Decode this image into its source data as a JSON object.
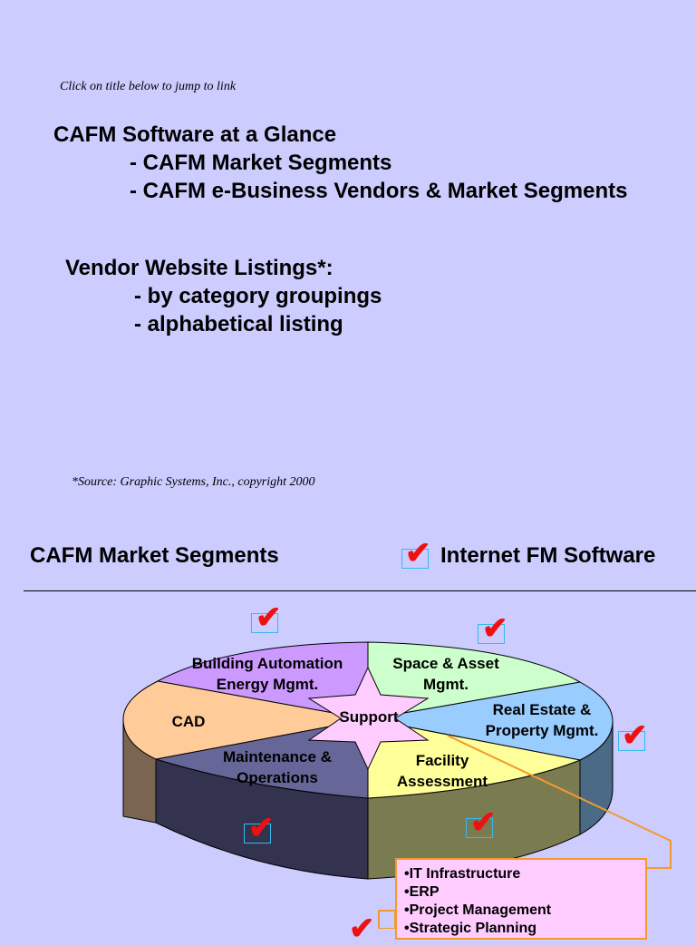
{
  "intro": {
    "hint": "Click on title below to jump to link",
    "links": [
      "CAFM Software at a Glance",
      "- CAFM Market Segments",
      "- CAFM e-Business Vendors & Market Segments"
    ],
    "vendor_heading": "Vendor Website Listings*:",
    "vendor_links": [
      "- by category groupings",
      "- alphabetical listing"
    ],
    "source": "*Source: Graphic Systems, Inc., copyright 2000"
  },
  "slide2": {
    "title": "CAFM Market Segments",
    "legend_label": "Internet FM Software",
    "segments": {
      "building": [
        "Building Automation",
        "Energy Mgmt."
      ],
      "space": [
        "Space & Asset",
        "Mgmt."
      ],
      "realestate": [
        "Real Estate &",
        "Property Mgmt."
      ],
      "cad": "CAD",
      "maintenance": [
        "Maintenance &",
        "Operations"
      ],
      "facility": [
        "Facility",
        "Assessment"
      ],
      "support": "Support"
    },
    "callout_items": [
      "•IT Infrastructure",
      "•ERP",
      "•Project Management",
      "•Strategic Planning"
    ],
    "colors": {
      "background": "#ccccff",
      "building": "#cc99ff",
      "space": "#ccffcc",
      "realestate": "#99ccff",
      "cad": "#ffcc99",
      "maintenance": "#666699",
      "facility": "#ffff99",
      "support": "#ffccff",
      "check": "#ee1111",
      "callout_border": "#f29a2e"
    }
  }
}
